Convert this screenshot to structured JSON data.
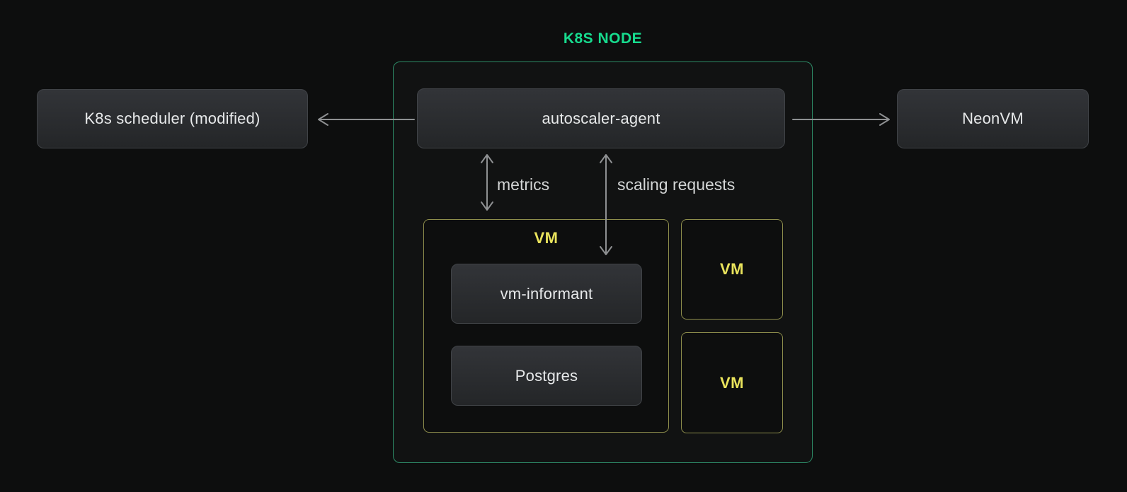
{
  "diagram": {
    "title": "K8S NODE",
    "nodes": {
      "scheduler": {
        "label": "K8s scheduler (modified)"
      },
      "agent": {
        "label": "autoscaler-agent"
      },
      "neonvm": {
        "label": "NeonVM"
      },
      "vm_informant": {
        "label": "vm-informant"
      },
      "postgres": {
        "label": "Postgres"
      }
    },
    "vms": {
      "main": {
        "label": "VM"
      },
      "second": {
        "label": "VM"
      },
      "third": {
        "label": "VM"
      }
    },
    "edges": {
      "agent_to_scheduler": {
        "label": ""
      },
      "agent_to_neonvm": {
        "label": ""
      },
      "metrics": {
        "label": "metrics"
      },
      "scaling_requests": {
        "label": "scaling requests"
      }
    },
    "colors": {
      "background": "#0d0e0e",
      "title_green": "#17db8e",
      "container_border_green": "#2d8a66",
      "node_fill_top": "#323438",
      "node_fill_bottom": "#242628",
      "node_border": "#404347",
      "node_text": "#e7e9ea",
      "vm_border_yellow": "#8e8e4c",
      "vm_label_yellow": "#e9e35c",
      "arrow_gray": "#8e9092",
      "edge_label_gray": "#d3d5d5"
    }
  }
}
